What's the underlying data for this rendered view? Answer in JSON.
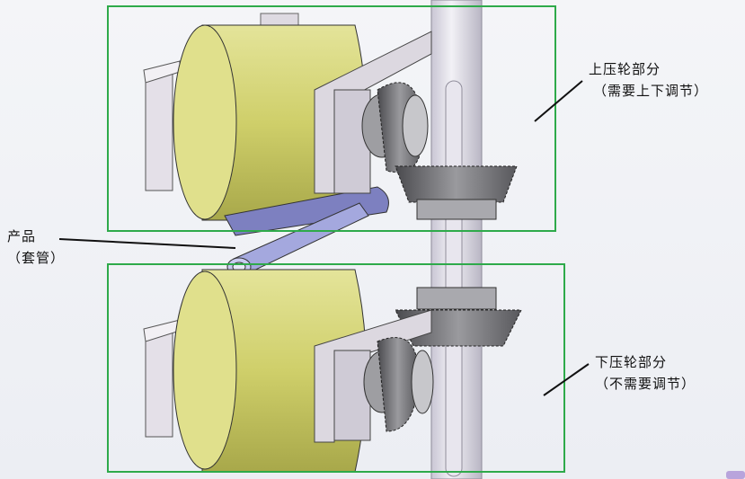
{
  "labels": {
    "upper_title": "上压轮部分",
    "upper_note": "（需要上下调节）",
    "product_title": "产品",
    "product_note": "（套管）",
    "lower_title": "下压轮部分",
    "lower_note": "（不需要调节）"
  },
  "colors": {
    "frame": "#2eaa4a",
    "roller": "#d9d97a",
    "plate": "#d6d2dc",
    "gear": "#6e6e72",
    "shaft": "#d9d6e2",
    "tube": "#9fa3d8"
  }
}
